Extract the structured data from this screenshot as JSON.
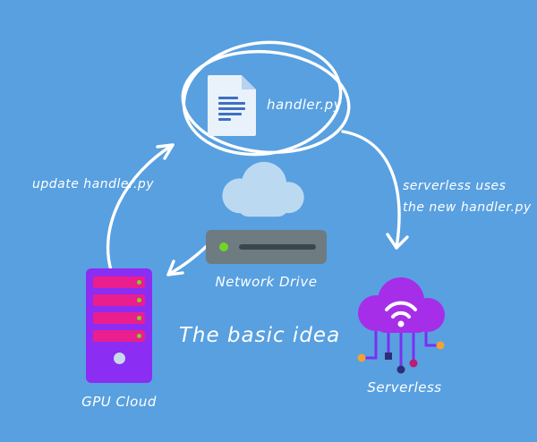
{
  "title": "The basic idea",
  "colors": {
    "background": "#58a0e0",
    "stroke": "#ffffff",
    "paper": "#e9f2fb",
    "paper_fold": "#b7d3ef",
    "paper_lines": "#3e6fc1",
    "cloud": "#bcd9f2",
    "drive_body": "#6e7b81",
    "drive_bar": "#3a4750",
    "led_green": "#6fd628",
    "server_body": "#8b2df2",
    "server_bar": "#ea1e8e",
    "serverless_cloud": "#a62ee8",
    "circuit_line": "#7b2ff2",
    "node_orange": "#f0a335",
    "node_dark": "#2e2e78",
    "node_magenta": "#c01a78"
  },
  "nodes": {
    "handler_file": {
      "label": "handler.py",
      "icon": "document-icon"
    },
    "network_drive": {
      "label": "Network Drive",
      "icon": "drive-icon"
    },
    "gpu_cloud": {
      "label": "GPU Cloud",
      "icon": "server-tower-icon"
    },
    "serverless": {
      "label": "Serverless",
      "icon": "cloud-wifi-icon"
    }
  },
  "arrows": [
    {
      "id": "update-arrow",
      "label": "update  handler.py",
      "from": "gpu_cloud",
      "to": "handler_file"
    },
    {
      "id": "serverless-arrow",
      "label_line1": "serverless uses",
      "label_line2": "the new handler.py",
      "from": "handler_file",
      "to": "serverless"
    },
    {
      "id": "drive-to-gpu-arrow",
      "label": "",
      "from": "network_drive",
      "to": "gpu_cloud"
    }
  ]
}
